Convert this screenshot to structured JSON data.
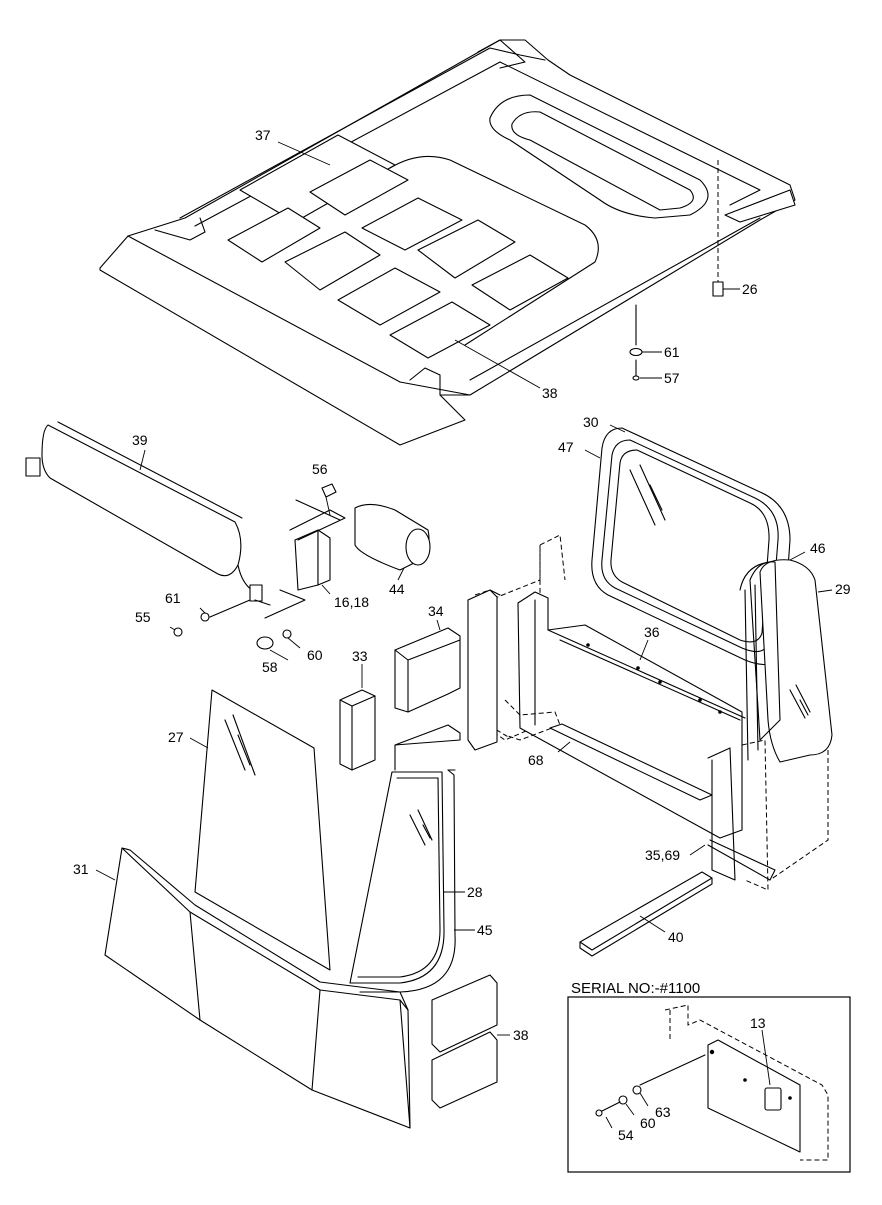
{
  "inset": {
    "title": "SERIAL NO:-#1100"
  },
  "callouts": {
    "c37": "37",
    "c26": "26",
    "c61a": "61",
    "c57": "57",
    "c38a": "38",
    "c39": "39",
    "c56": "56",
    "c44": "44",
    "c1618": "16,18",
    "c61b": "61",
    "c55": "55",
    "c58": "58",
    "c60a": "60",
    "c30": "30",
    "c47": "47",
    "c46": "46",
    "c29": "29",
    "c34": "34",
    "c33": "33",
    "c36": "36",
    "c27": "27",
    "c68": "68",
    "c3569": "35,69",
    "c31": "31",
    "c28": "28",
    "c45": "45",
    "c40": "40",
    "c38b": "38",
    "c13": "13",
    "c63": "63",
    "c60b": "60",
    "c54": "54"
  }
}
